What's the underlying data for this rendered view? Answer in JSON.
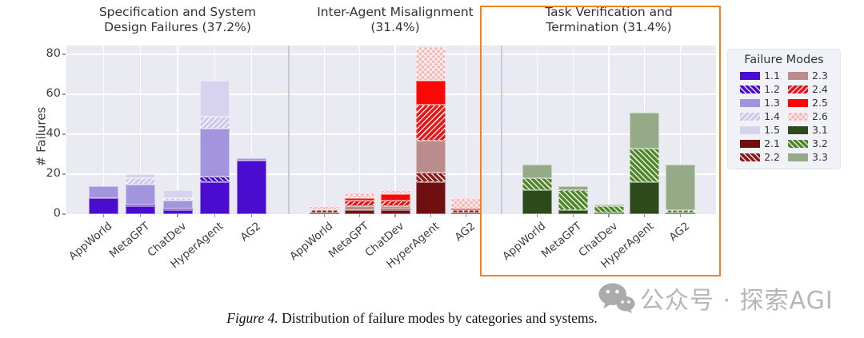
{
  "figure": {
    "caption_prefix": "Figure 4.",
    "caption_text": "Distribution of failure modes by categories and systems.",
    "watermark": {
      "icon": "wechat-icon",
      "text": "公众号 · 探索AGI"
    }
  },
  "chart_data": {
    "type": "bar",
    "stacked": true,
    "ylabel": "# Failures",
    "ylim": [
      0,
      84
    ],
    "yticks": [
      0,
      20,
      40,
      60,
      80
    ],
    "grid": true,
    "categories": [
      "AppWorld",
      "MetaGPT",
      "ChatDev",
      "HyperAgent",
      "AG2"
    ],
    "legend": {
      "title": "Failure Modes",
      "position": "right",
      "entries": [
        "1.1",
        "1.2",
        "1.3",
        "1.4",
        "1.5",
        "2.1",
        "2.2",
        "2.3",
        "2.4",
        "2.5",
        "2.6",
        "3.1",
        "3.2",
        "3.3"
      ]
    },
    "modes": {
      "1.1": {
        "color": "#4a0dd0",
        "hatch": "none"
      },
      "1.2": {
        "color": "#4a0dd0",
        "hatch": "fwd"
      },
      "1.3": {
        "color": "#a395dd",
        "hatch": "none"
      },
      "1.4": {
        "color": "#cfc7ee",
        "hatch": "bwd"
      },
      "1.5": {
        "color": "#d7d2ee",
        "hatch": "none"
      },
      "2.1": {
        "color": "#6f0f12",
        "hatch": "none"
      },
      "2.2": {
        "color": "#8c1a1a",
        "hatch": "fwd"
      },
      "2.3": {
        "color": "#ba8c8c",
        "hatch": "none"
      },
      "2.4": {
        "color": "#e51616",
        "hatch": "bwd"
      },
      "2.5": {
        "color": "#fb0707",
        "hatch": "none"
      },
      "2.6": {
        "color": "#f7b6b6",
        "hatch": "x"
      },
      "3.1": {
        "color": "#2d4a1d",
        "hatch": "none"
      },
      "3.2": {
        "color": "#4f8629",
        "hatch": "fwd"
      },
      "3.3": {
        "color": "#95aa87",
        "hatch": "none"
      }
    },
    "panels": [
      {
        "title_lines": [
          "Specification and System",
          "Design Failures (37.2%)"
        ],
        "highlighted": false,
        "series": [
          {
            "name": "1.1",
            "values": [
              8,
              4,
              2,
              16,
              27
            ]
          },
          {
            "name": "1.2",
            "values": [
              0,
              1,
              1,
              3,
              0
            ]
          },
          {
            "name": "1.3",
            "values": [
              6,
              10,
              4,
              24,
              1
            ]
          },
          {
            "name": "1.4",
            "values": [
              0,
              3,
              1,
              6,
              0
            ]
          },
          {
            "name": "1.5",
            "values": [
              0,
              2,
              4,
              18,
              1
            ]
          }
        ]
      },
      {
        "title_lines": [
          "Inter-Agent Misalignment",
          "(31.4%)"
        ],
        "highlighted": false,
        "series": [
          {
            "name": "2.1",
            "values": [
              1,
              2,
              2,
              16,
              1
            ]
          },
          {
            "name": "2.2",
            "values": [
              1,
              0,
              1,
              5,
              1
            ]
          },
          {
            "name": "2.3",
            "values": [
              0,
              2,
              1,
              16,
              0
            ]
          },
          {
            "name": "2.4",
            "values": [
              0,
              3,
              3,
              18,
              0
            ]
          },
          {
            "name": "2.5",
            "values": [
              0,
              1,
              3,
              12,
              1
            ]
          },
          {
            "name": "2.6",
            "values": [
              2,
              3,
              2,
              17,
              5
            ]
          }
        ]
      },
      {
        "title_lines": [
          "Task Verification and",
          "Termination (31.4%)"
        ],
        "highlighted": true,
        "series": [
          {
            "name": "3.1",
            "values": [
              12,
              2,
              1,
              16,
              1
            ]
          },
          {
            "name": "3.2",
            "values": [
              6,
              10,
              3,
              17,
              1
            ]
          },
          {
            "name": "3.3",
            "values": [
              7,
              2,
              1,
              18,
              23
            ]
          }
        ]
      }
    ],
    "highlight_box_color": "#f5821f"
  }
}
